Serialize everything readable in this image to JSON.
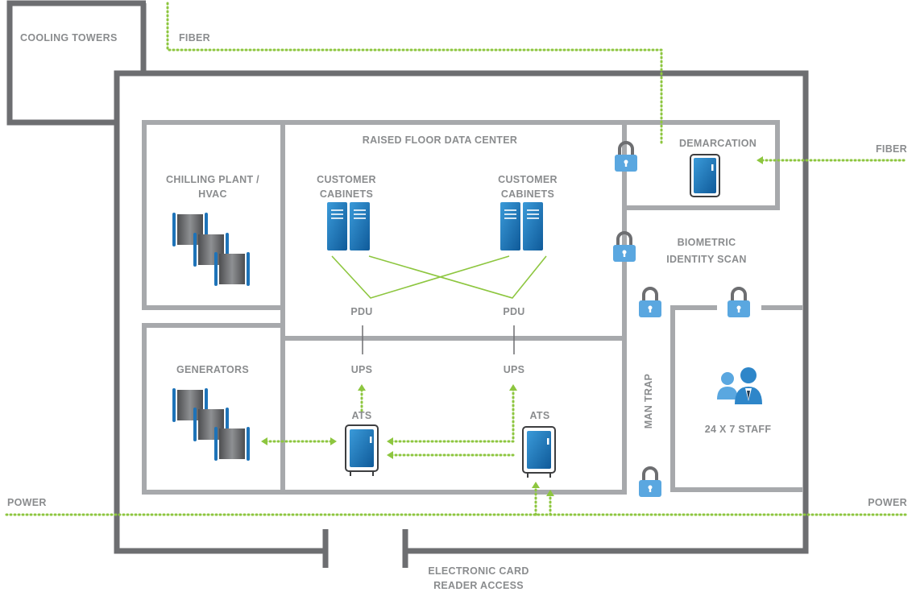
{
  "labels": {
    "cooling_towers": "COOLING TOWERS",
    "fiber_top": "FIBER",
    "fiber_right": "FIBER",
    "raised_floor": "RAISED FLOOR DATA CENTER",
    "demarcation": "DEMARCATION",
    "chilling_line1": "CHILLING PLANT /",
    "chilling_line2": "HVAC",
    "customer_left_1": "CUSTOMER",
    "customer_left_2": "CABINETS",
    "customer_right_1": "CUSTOMER",
    "customer_right_2": "CABINETS",
    "biometric_1": "BIOMETRIC",
    "biometric_2": "IDENTITY SCAN",
    "pdu_left": "PDU",
    "pdu_right": "PDU",
    "ups_left": "UPS",
    "ups_right": "UPS",
    "generators": "GENERATORS",
    "ats_left": "ATS",
    "ats_right": "ATS",
    "man_trap": "MAN TRAP",
    "staff": "24 X 7 STAFF",
    "power_left": "POWER",
    "power_right": "POWER",
    "card_reader_1": "ELECTRONIC CARD",
    "card_reader_2": "READER ACCESS"
  },
  "colors": {
    "wall_dark": "#6d6e71",
    "wall_light": "#a7a9ac",
    "line_green": "#8dc63f",
    "device_blue": "#1e73b8",
    "label_gray": "#8a8c8e"
  },
  "icons": {
    "lock": "lock-icon",
    "cabinet": "server-cabinet-icon",
    "ats": "ats-unit-icon",
    "chiller": "chiller-unit-icon",
    "generator": "generator-unit-icon",
    "staff": "staff-people-icon",
    "demarc": "demarcation-panel-icon"
  }
}
